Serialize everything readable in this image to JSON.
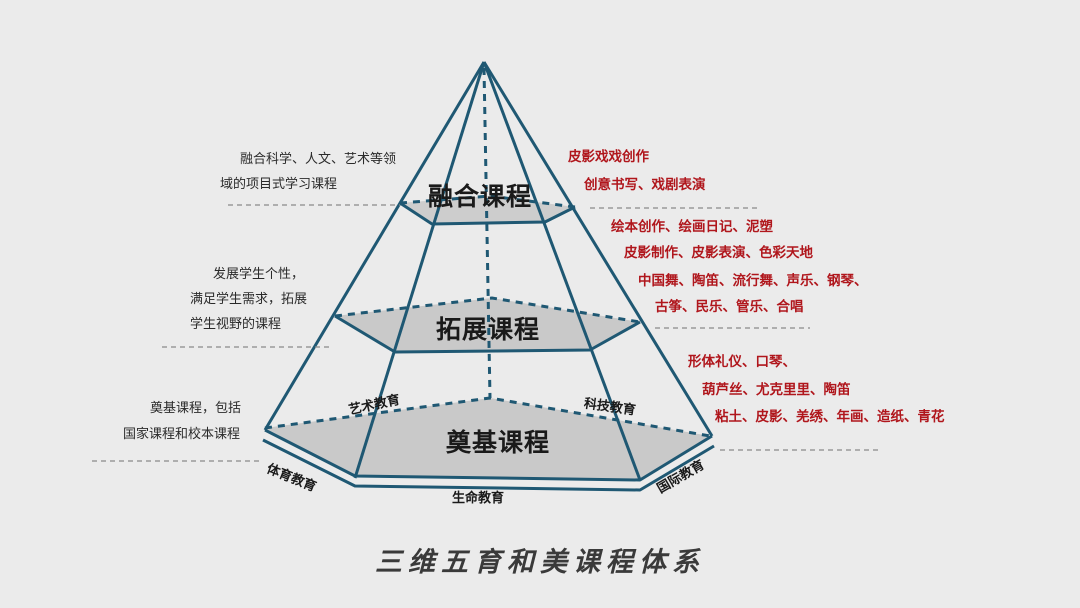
{
  "diagram": {
    "title": "三维五育和美课程体系",
    "type": "pyramid",
    "colors": {
      "background": "#ebebeb",
      "edge": "#1f5873",
      "layer_fill": "#c8c8c8",
      "accent_text": "#b0161c",
      "body_text": "#2a2a2a"
    },
    "layers": [
      {
        "name": "融合课程",
        "description": [
          "融合科学、人文、艺术等领",
          "域的项目式学习课程"
        ],
        "courses": [
          "皮影戏戏创作",
          "创意书写、戏剧表演"
        ]
      },
      {
        "name": "拓展课程",
        "description": [
          "发展学生个性，",
          "满足学生需求，拓展",
          "学生视野的课程"
        ],
        "courses": [
          "绘本创作、绘画日记、泥塑",
          "皮影制作、皮影表演、色彩天地",
          "中国舞、陶笛、流行舞、声乐、钢琴、",
          "古筝、民乐、管乐、合唱"
        ]
      },
      {
        "name": "奠基课程",
        "description": [
          "奠基课程，包括",
          "国家课程和校本课程"
        ],
        "courses": [
          "形体礼仪、口琴、",
          "葫芦丝、尤克里里、陶笛",
          "粘土、皮影、羌绣、年画、造纸、青花"
        ]
      }
    ],
    "base_faces": [
      "艺术教育",
      "科技教育",
      "体育教育",
      "生命教育",
      "国际教育"
    ]
  }
}
